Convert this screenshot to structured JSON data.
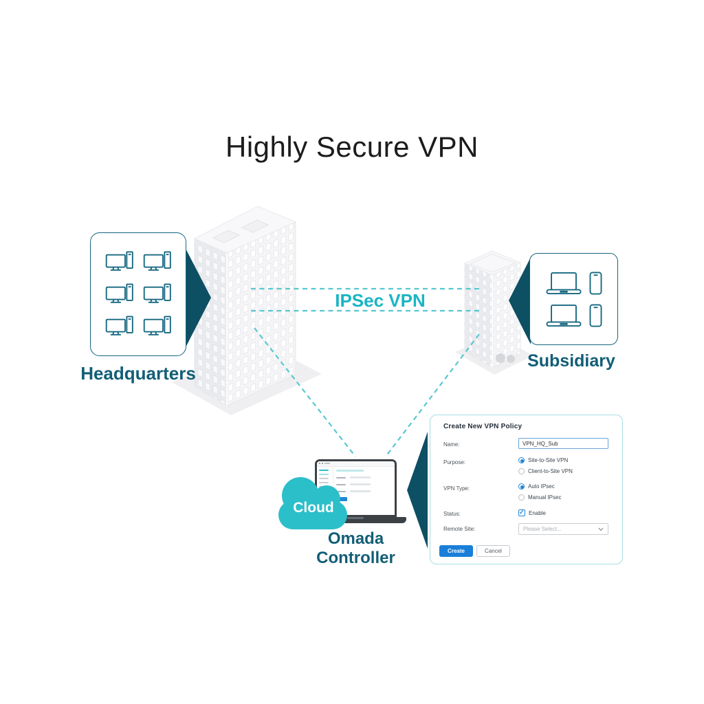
{
  "title": "Highly Secure VPN",
  "nodes": {
    "headquarters": {
      "label": "Headquarters"
    },
    "subsidiary": {
      "label": "Subsidiary"
    },
    "cloud": {
      "label": "Cloud"
    },
    "controller": {
      "label": "Omada Controller"
    }
  },
  "link": {
    "label": "IPSec VPN"
  },
  "dialog": {
    "title": "Create New VPN Policy",
    "name": {
      "label": "Name:",
      "value": "VPN_HQ_Sub"
    },
    "purpose": {
      "label": "Purpose:",
      "options": [
        {
          "label": "Site-to-Site VPN",
          "selected": true
        },
        {
          "label": "Client-to-Site VPN",
          "selected": false
        }
      ]
    },
    "vpn_type": {
      "label": "VPN Type:",
      "options": [
        {
          "label": "Auto IPsec",
          "selected": true
        },
        {
          "label": "Manual IPsec",
          "selected": false
        }
      ]
    },
    "status": {
      "label": "Status:",
      "option": "Enable",
      "checked": true
    },
    "remote_site": {
      "label": "Remote Site:",
      "placeholder": "Please Select..."
    },
    "buttons": {
      "create": "Create",
      "cancel": "Cancel"
    }
  },
  "colors": {
    "accent_teal": "#2bbfc9",
    "dark_teal": "#0d4f63",
    "label_teal": "#125e76",
    "link_teal": "#1ab5c3",
    "blue": "#2186d6"
  }
}
